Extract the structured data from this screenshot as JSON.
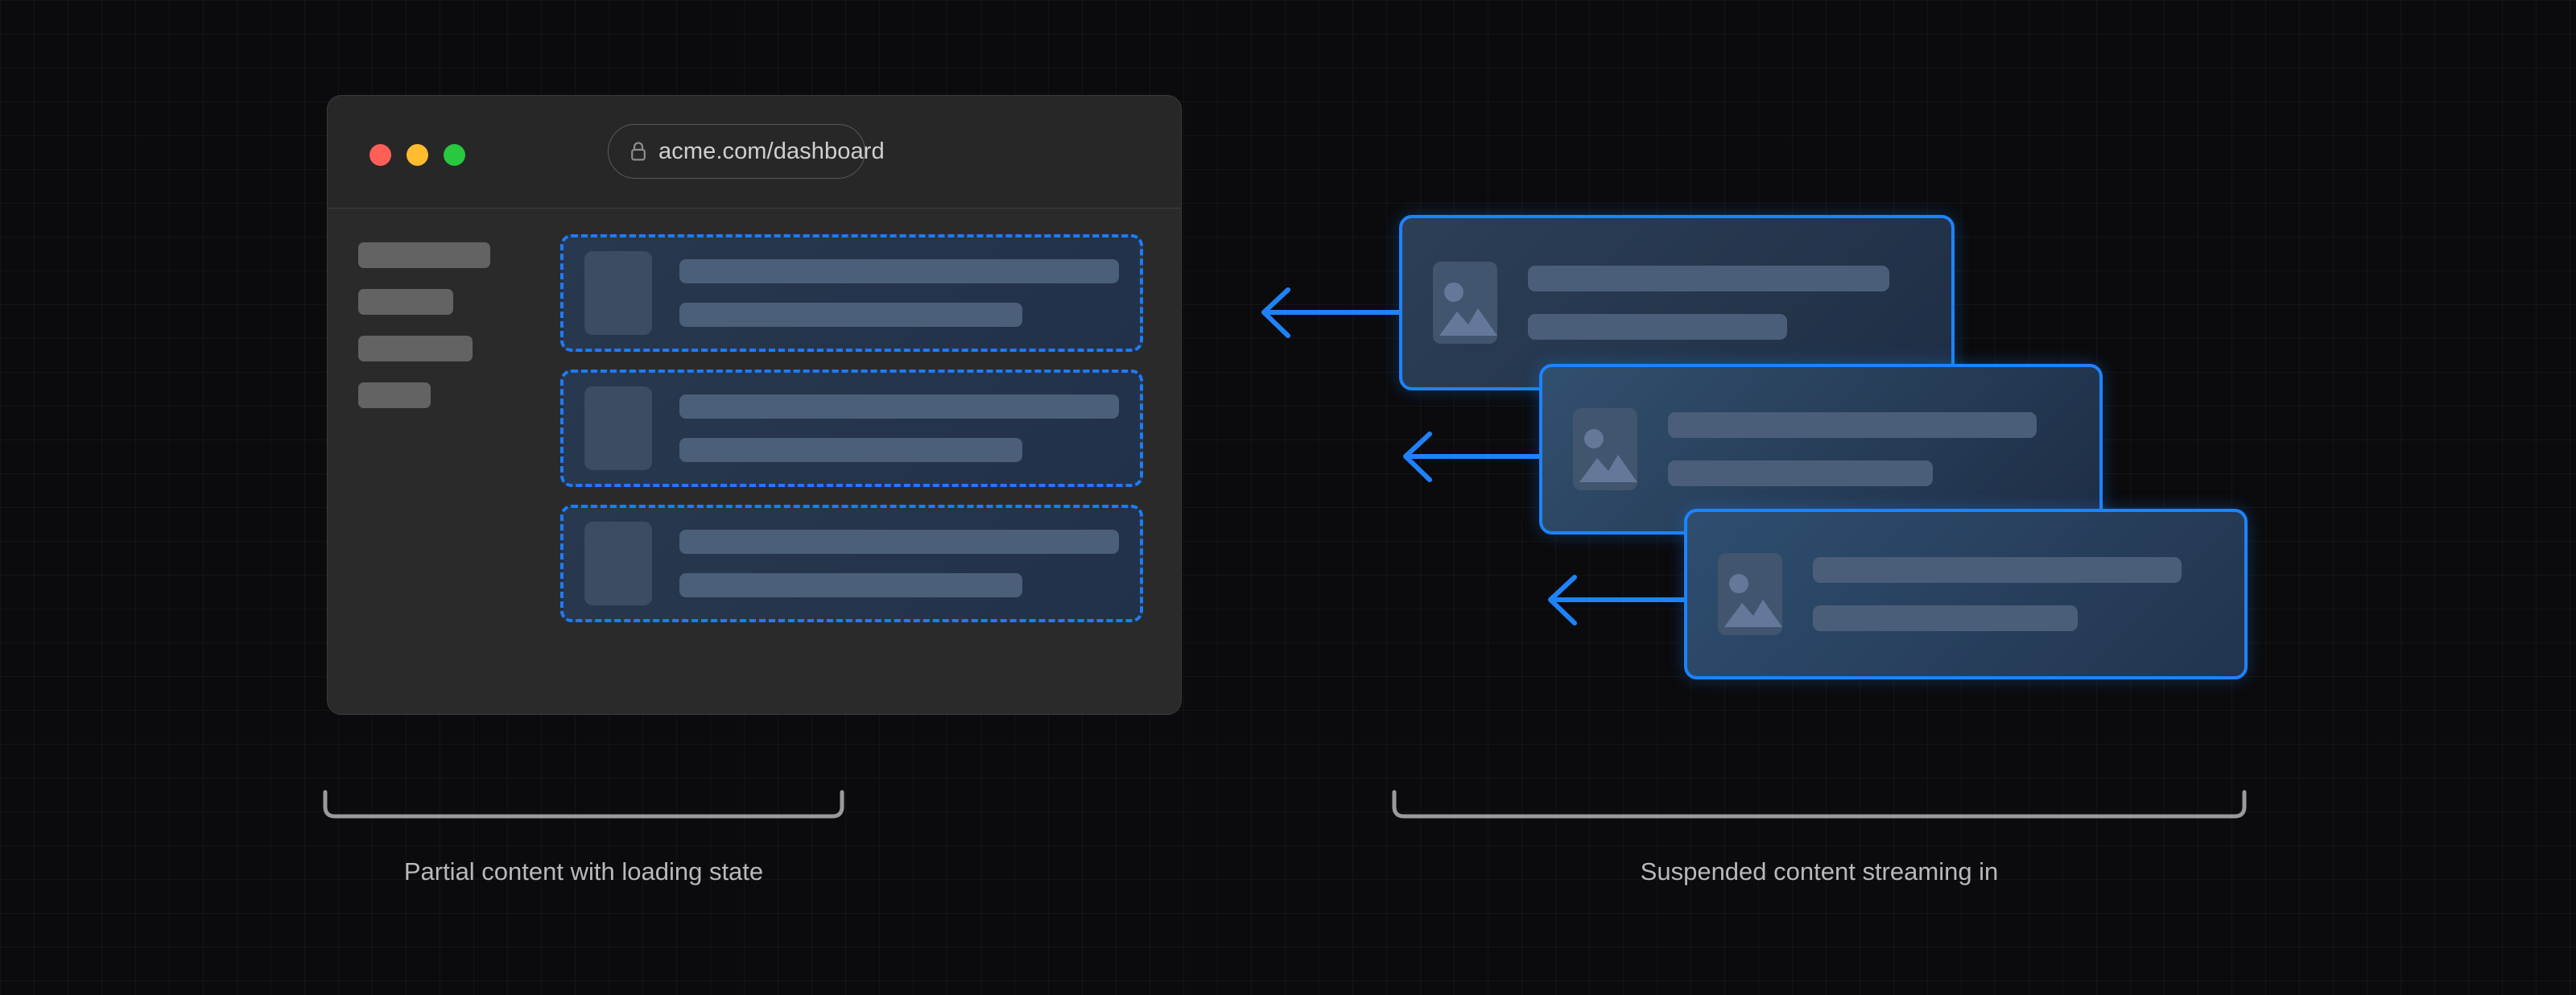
{
  "browser": {
    "url": "acme.com/dashboard",
    "lock_icon": "lock-icon",
    "traffic_lights": [
      {
        "name": "close",
        "color": "#ff5f57"
      },
      {
        "name": "minimize",
        "color": "#febc2e"
      },
      {
        "name": "zoom",
        "color": "#28c840"
      }
    ],
    "sidebar": {
      "skeleton_bars": [
        {
          "width": 164
        },
        {
          "width": 118
        },
        {
          "width": 142
        },
        {
          "width": 90
        }
      ]
    },
    "placeholder_rows": [
      {
        "thumb_icon": "image-placeholder",
        "line_widths": [
          "100%",
          "78%"
        ]
      },
      {
        "thumb_icon": "image-placeholder",
        "line_widths": [
          "100%",
          "78%"
        ]
      },
      {
        "thumb_icon": "image-placeholder",
        "line_widths": [
          "100%",
          "78%"
        ]
      }
    ]
  },
  "suspense_cards": [
    {
      "id": "card-1",
      "thumb_icon": "image-icon",
      "line_widths": [
        "92%",
        "66%"
      ]
    },
    {
      "id": "card-2",
      "thumb_icon": "image-icon",
      "line_widths": [
        "92%",
        "66%"
      ]
    },
    {
      "id": "card-3",
      "thumb_icon": "image-icon",
      "line_widths": [
        "92%",
        "66%"
      ]
    }
  ],
  "arrows": [
    {
      "name": "stream-arrow-1",
      "direction": "left"
    },
    {
      "name": "stream-arrow-2",
      "direction": "left"
    },
    {
      "name": "stream-arrow-3",
      "direction": "left"
    }
  ],
  "captions": {
    "left": "Partial content with loading state",
    "right": "Suspended content streaming in"
  },
  "colors": {
    "background": "#0b0b0d",
    "grid_line": "rgba(255,255,255,0.035)",
    "accent_blue": "#1e83fb",
    "dashed_blue": "#1e7bf5",
    "window_chrome": "#272728",
    "viewport": "#2a2a2b",
    "skeleton_gray": "#636363",
    "card_text_bar": "#4b5e79",
    "caption_text": "#b9b9bb",
    "bracket": "#9a9a9c"
  }
}
